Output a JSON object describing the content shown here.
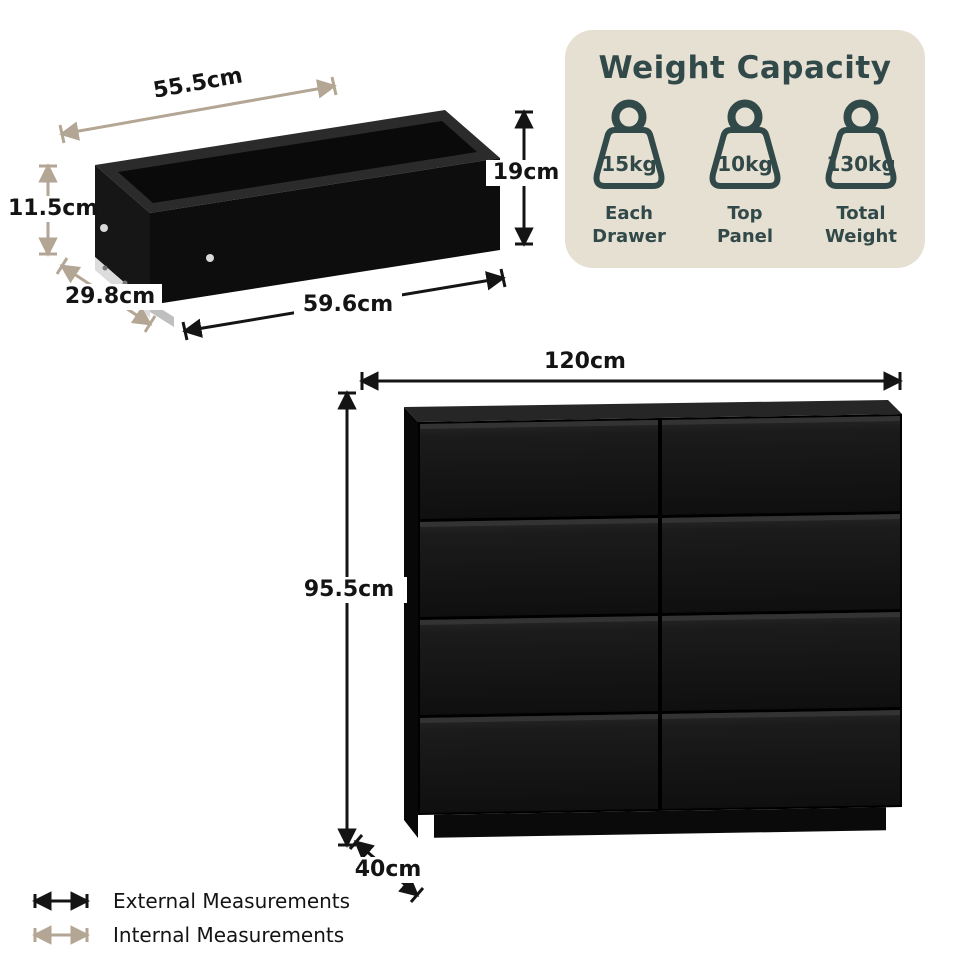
{
  "dimensions": {
    "drawer": {
      "internal_width": "55.5cm",
      "internal_height": "11.5cm",
      "external_height": "19cm",
      "internal_depth": "29.8cm",
      "external_width": "59.6cm"
    },
    "chest": {
      "width": "120cm",
      "height": "95.5cm",
      "depth": "40cm"
    }
  },
  "weight_capacity": {
    "title": "Weight Capacity",
    "items": [
      {
        "value": "15kg",
        "label": "Each\nDrawer"
      },
      {
        "value": "10kg",
        "label": "Top\nPanel"
      },
      {
        "value": "130kg",
        "label": "Total\nWeight"
      }
    ]
  },
  "legend": {
    "external": "External Measurements",
    "internal": "Internal Measurements"
  },
  "colors": {
    "panel_background": "#e6e0d3",
    "accent_teal": "#32494a",
    "internal_measure": "#b4a694",
    "external_measure": "#141414",
    "furniture_black": "#101010"
  }
}
